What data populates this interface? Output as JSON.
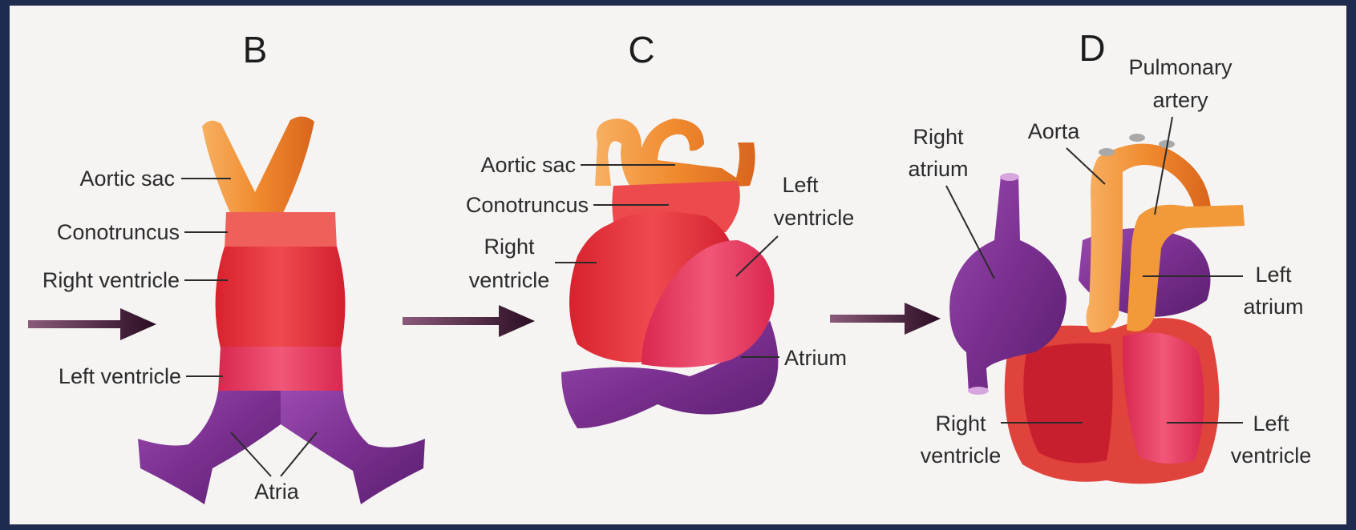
{
  "panels": {
    "b": {
      "letter": "B",
      "labels": {
        "aortic_sac": "Aortic sac",
        "conotruncus": "Conotruncus",
        "right_ventricle": "Right ventricle",
        "left_ventricle": "Left ventricle",
        "atria": "Atria"
      }
    },
    "c": {
      "letter": "C",
      "labels": {
        "aortic_sac": "Aortic sac",
        "conotruncus": "Conotruncus",
        "right_ventricle_l1": "Right",
        "right_ventricle_l2": "ventricle",
        "left_ventricle_l1": "Left",
        "left_ventricle_l2": "ventricle",
        "atrium": "Atrium"
      }
    },
    "d": {
      "letter": "D",
      "labels": {
        "pulmonary_artery_l1": "Pulmonary",
        "pulmonary_artery_l2": "artery",
        "aorta": "Aorta",
        "right_atrium_l1": "Right",
        "right_atrium_l2": "atrium",
        "left_atrium_l1": "Left",
        "left_atrium_l2": "atrium",
        "right_ventricle_l1": "Right",
        "right_ventricle_l2": "ventricle",
        "left_ventricle_l1": "Left",
        "left_ventricle_l2": "ventricle"
      }
    }
  },
  "colors": {
    "background": "#f6f4f3",
    "border": "#1e2a4e",
    "orange": "#f08a2e",
    "red": "#e5323d",
    "pink": "#ea3c68",
    "purple": "#7a2f8f",
    "arrow": "#2a0d22"
  }
}
